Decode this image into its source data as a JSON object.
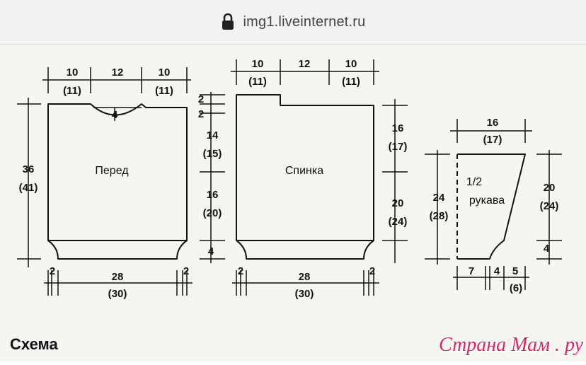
{
  "browser": {
    "url": "img1.liveinternet.ru"
  },
  "front": {
    "label": "Перед",
    "top_left": "10",
    "top_left_alt": "(11)",
    "top_mid": "12",
    "top_right": "10",
    "top_right_alt": "(11)",
    "neck_depth": "4",
    "height": "36",
    "height_alt": "(41)",
    "rib_side": "2",
    "rib_side_r": "2",
    "bottom": "28",
    "bottom_alt": "(30)"
  },
  "mid": {
    "s1": "2",
    "s2": "2",
    "s3": "14",
    "s3_alt": "(15)",
    "s4": "16",
    "s4_alt": "(20)",
    "s5": "4"
  },
  "back": {
    "label": "Спинка",
    "top_left": "10",
    "top_left_alt": "(11)",
    "top_mid": "12",
    "top_right": "10",
    "top_right_alt": "(11)",
    "rib_side": "2",
    "rib_side_r": "2",
    "bottom": "28",
    "bottom_alt": "(30)",
    "side_top": "16",
    "side_top_alt": "(17)",
    "side_bottom": "20",
    "side_bottom_alt": "(24)"
  },
  "sleeve": {
    "label_top": "1/2",
    "label_bottom": "рукава",
    "top": "16",
    "top_alt": "(17)",
    "height": "24",
    "height_alt": "(28)",
    "side": "20",
    "side_alt": "(24)",
    "rib": "4",
    "b1": "7",
    "b2": "4",
    "b3": "5",
    "b3_alt": "(6)"
  },
  "caption": "Схема",
  "watermark": "Страна Мам . ру"
}
